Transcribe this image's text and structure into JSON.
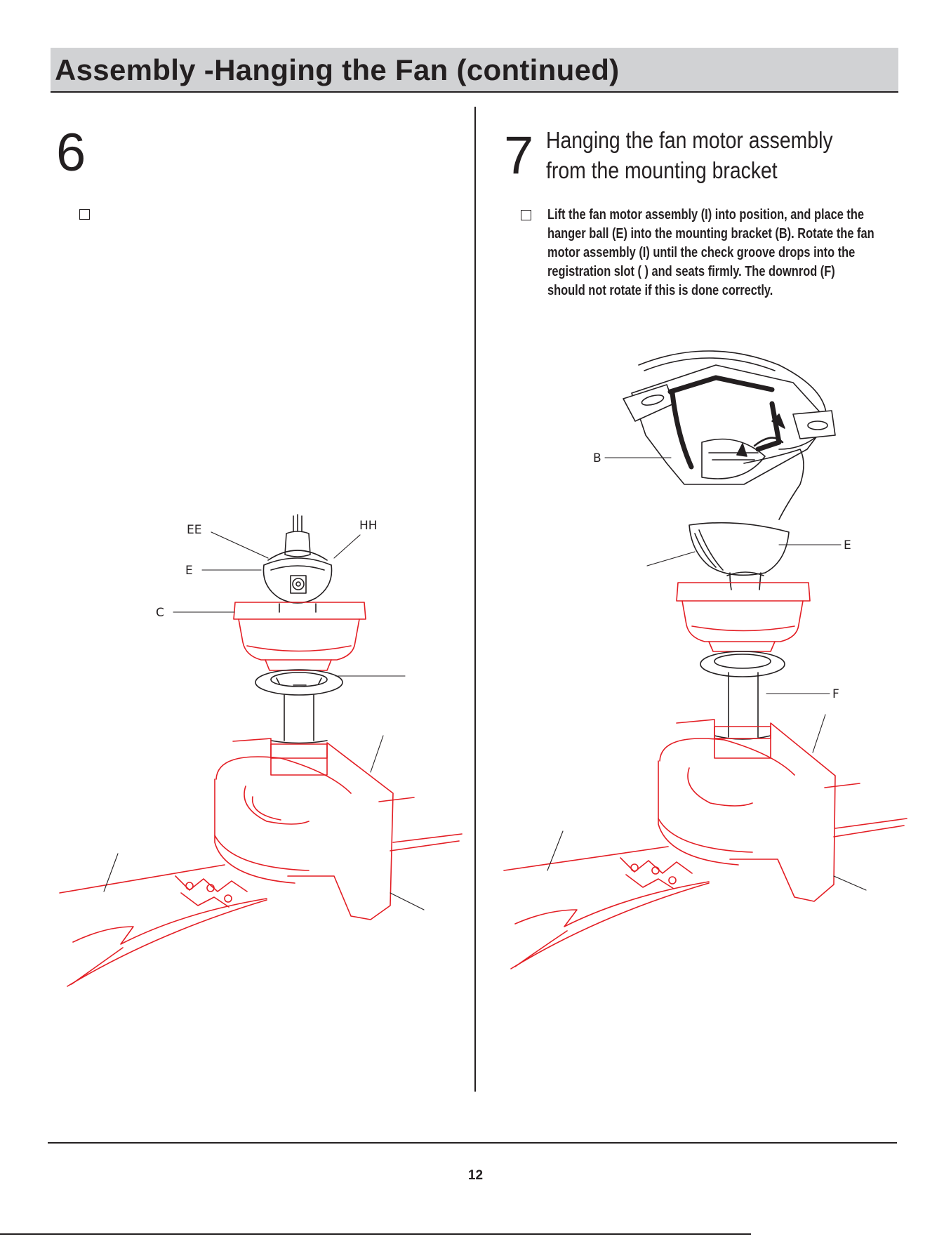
{
  "header": {
    "title": "Assembly -Hanging the Fan (continued)"
  },
  "step6": {
    "number": "6",
    "callouts": {
      "ee": "EE",
      "hh": "HH",
      "e": "E",
      "c": "C"
    }
  },
  "step7": {
    "number": "7",
    "heading": "Hanging the fan motor assembly from the mounting bracket",
    "instruction": "Lift the fan motor assembly (I) into position, and place the hanger ball (E) into the mounting bracket (B). Rotate the fan motor assembly (I) until the check groove drops into the registration slot (      ) and seats firmly. The downrod (F) should not rotate if this is done correctly.",
    "callouts": {
      "b": "B",
      "e": "E",
      "f": "F"
    }
  },
  "footer": {
    "page_number": "12"
  },
  "colors": {
    "text": "#231f20",
    "title_bar": "#d1d2d4",
    "fan_line": "#e31e24"
  }
}
